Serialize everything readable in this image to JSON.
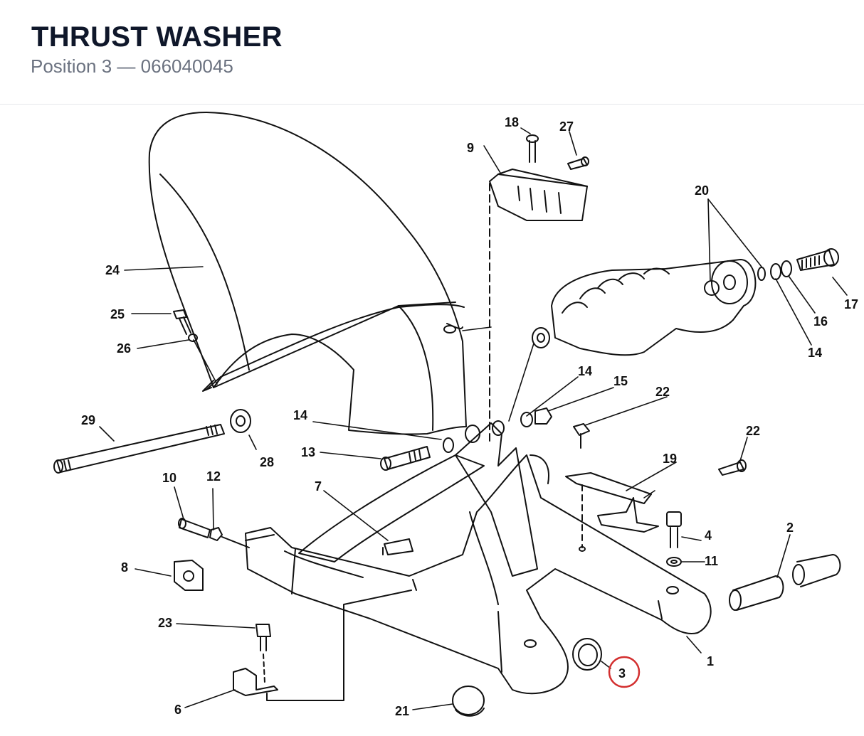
{
  "header": {
    "title": "THRUST WASHER",
    "position_label": "Position 3",
    "separator": "—",
    "part_number": "066040045"
  },
  "diagram": {
    "callouts": [
      "1",
      "2",
      "3",
      "4",
      "6",
      "7",
      "8",
      "9",
      "10",
      "11",
      "12",
      "13",
      "14",
      "14",
      "14",
      "15",
      "16",
      "17",
      "18",
      "19",
      "20",
      "21",
      "22",
      "22",
      "23",
      "24",
      "25",
      "26",
      "27",
      "28",
      "29"
    ],
    "highlighted_callout": "3",
    "highlight_color": "#d32f2f",
    "line_color": "#111111"
  }
}
